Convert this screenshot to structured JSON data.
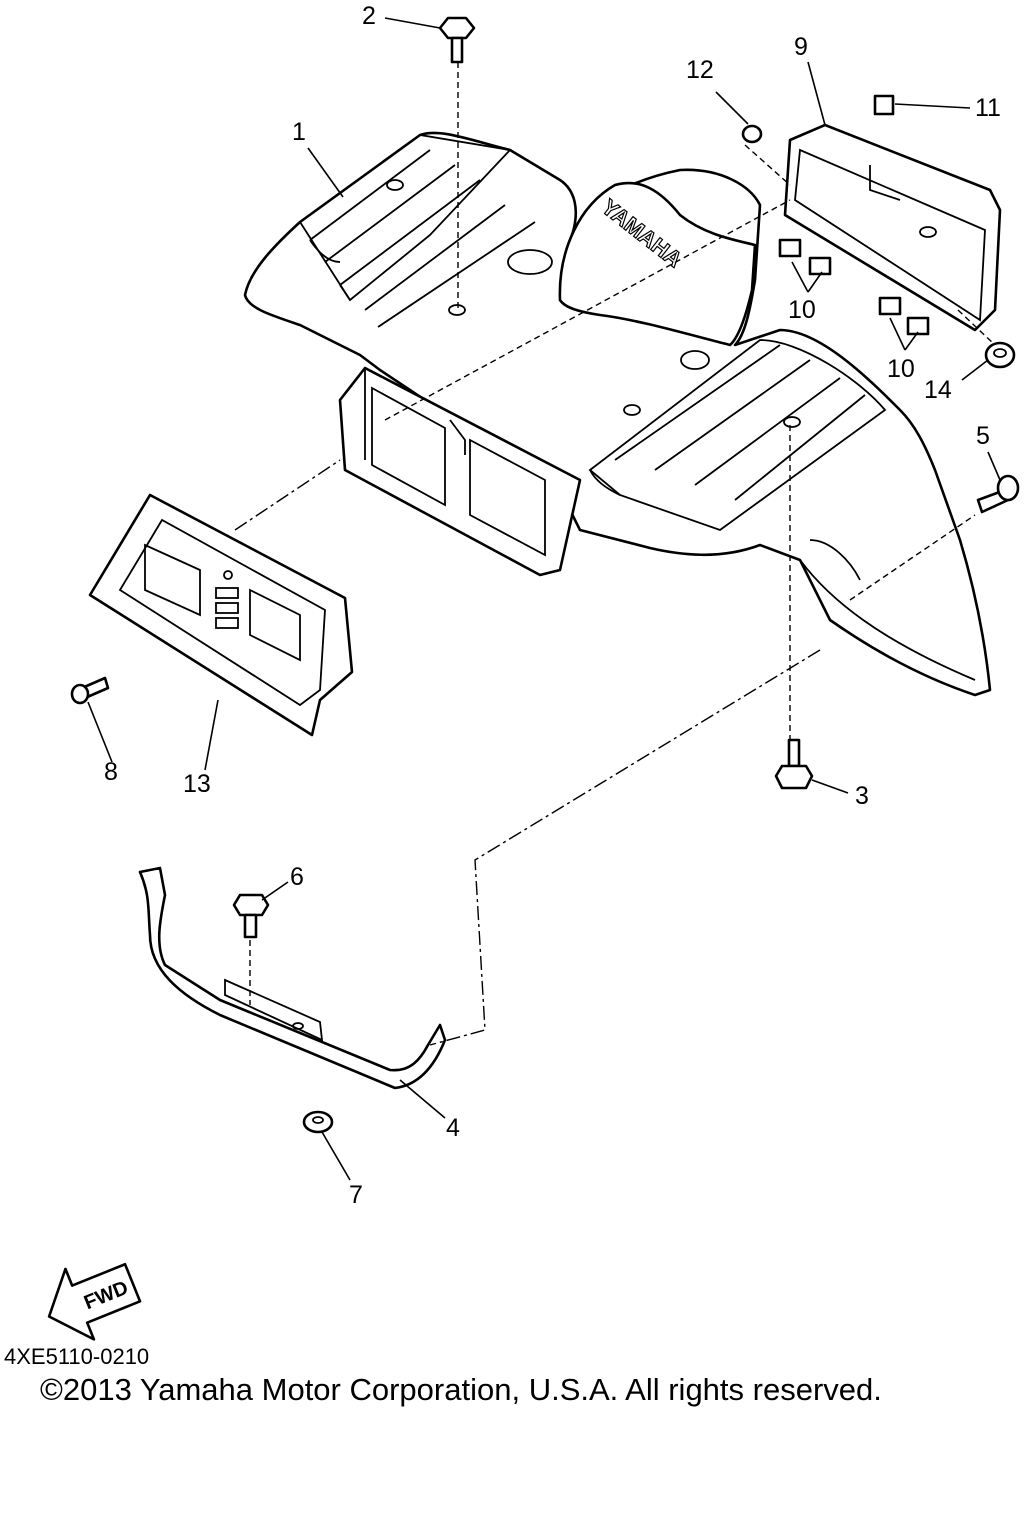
{
  "diagram": {
    "brand_mark": "YAMAHA",
    "direction_label": "FWD",
    "diagram_code": "4XE5110-0210",
    "copyright": "©2013 Yamaha Motor Corporation, U.S.A. All rights reserved."
  },
  "callouts": [
    {
      "id": "c1",
      "number": "1"
    },
    {
      "id": "c2",
      "number": "2"
    },
    {
      "id": "c3",
      "number": "3"
    },
    {
      "id": "c4",
      "number": "4"
    },
    {
      "id": "c5",
      "number": "5"
    },
    {
      "id": "c6",
      "number": "6"
    },
    {
      "id": "c7",
      "number": "7"
    },
    {
      "id": "c8",
      "number": "8"
    },
    {
      "id": "c9",
      "number": "9"
    },
    {
      "id": "c10a",
      "number": "10"
    },
    {
      "id": "c10b",
      "number": "10"
    },
    {
      "id": "c11",
      "number": "11"
    },
    {
      "id": "c12",
      "number": "12"
    },
    {
      "id": "c13",
      "number": "13"
    },
    {
      "id": "c14",
      "number": "14"
    }
  ]
}
